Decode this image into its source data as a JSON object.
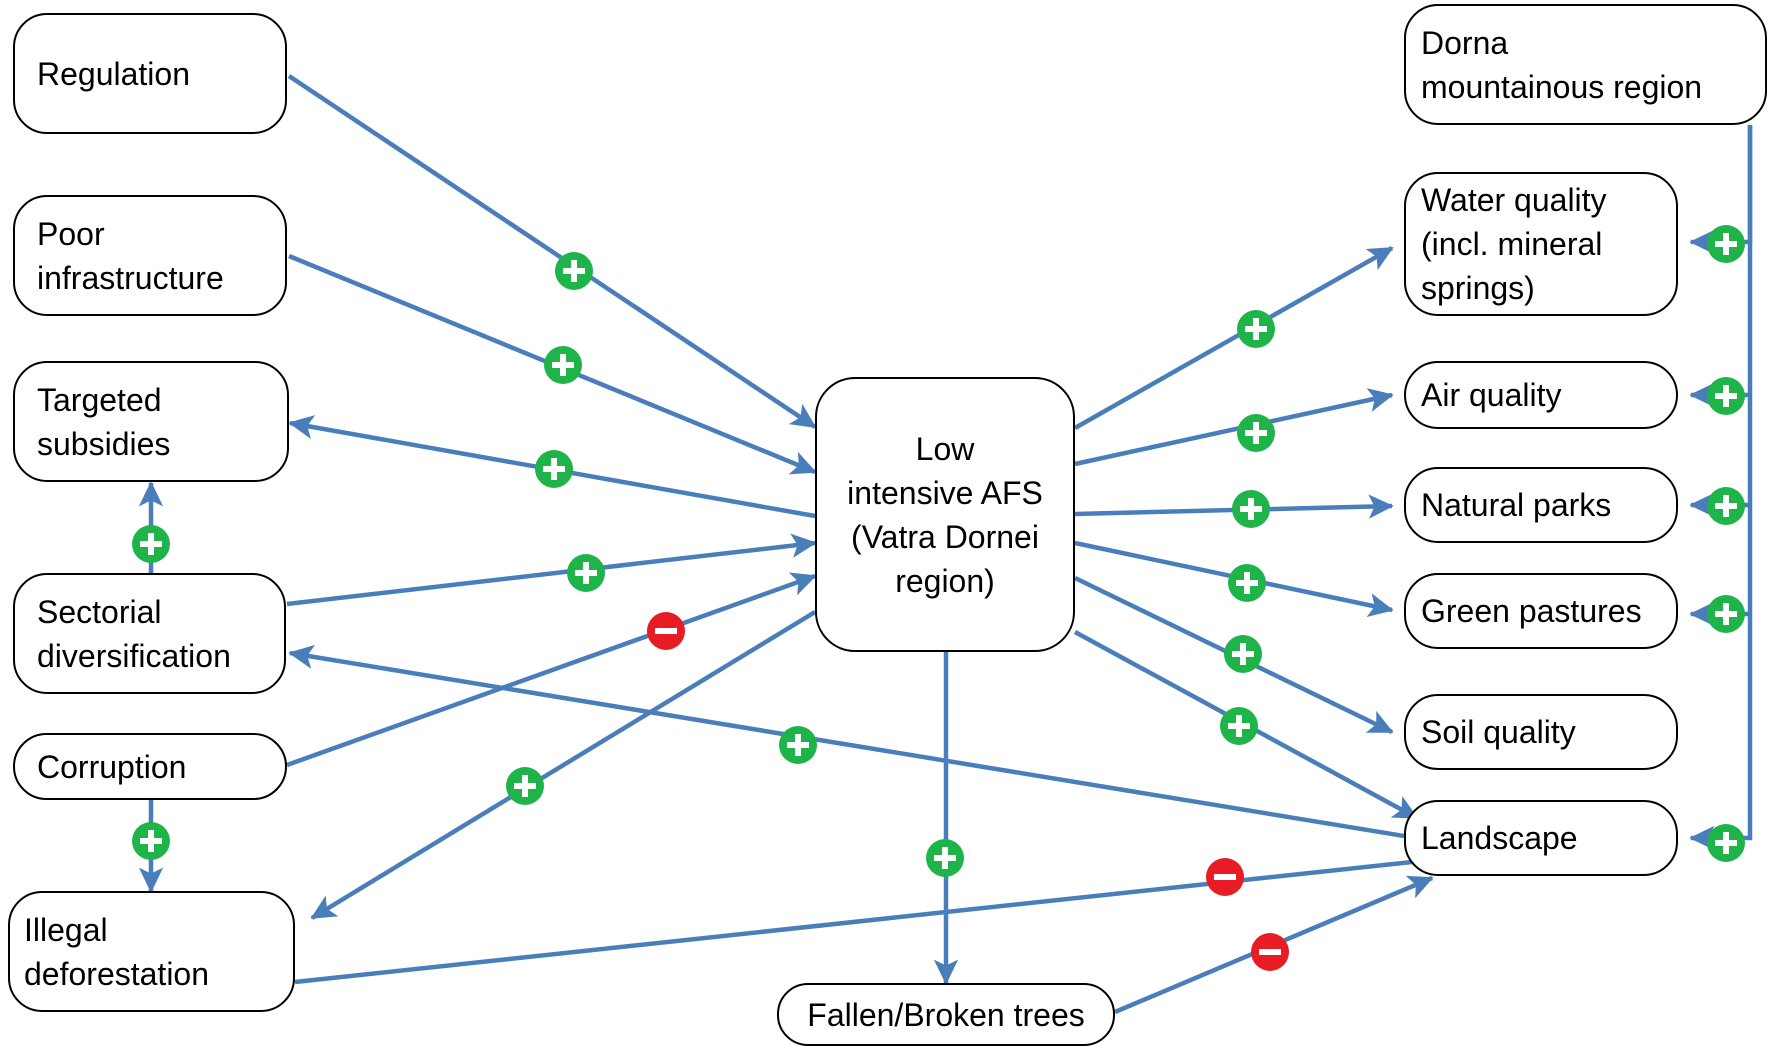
{
  "colors": {
    "edge": "#4a7ebb",
    "positive": "#1fb44a",
    "negative": "#e81c24",
    "node_border": "#000000",
    "text": "#000000"
  },
  "nodes": {
    "regulation": "Regulation",
    "poor_infrastructure": "Poor\ninfrastructure",
    "targeted_subsidies": "Targeted\nsubsidies",
    "sectorial_diversification": "Sectorial\ndiversification",
    "corruption": "Corruption",
    "illegal_deforestation": "Illegal\ndeforestation",
    "low_intensive_afs": "Low\nintensive AFS\n(Vatra Dornei\nregion)",
    "fallen_broken_trees": "Fallen/Broken trees",
    "dorna_region": "Dorna\nmountainous region",
    "water_quality": "Water quality\n(incl. mineral\nsprings)",
    "air_quality": "Air quality",
    "natural_parks": "Natural parks",
    "green_pastures": "Green pastures",
    "soil_quality": "Soil quality",
    "landscape": "Landscape"
  },
  "edges": [
    {
      "from": "regulation",
      "to": "low_intensive_afs",
      "sign": "positive"
    },
    {
      "from": "poor_infrastructure",
      "to": "low_intensive_afs",
      "sign": "positive"
    },
    {
      "from": "low_intensive_afs",
      "to": "targeted_subsidies",
      "sign": "positive"
    },
    {
      "from": "sectorial_diversification",
      "to": "targeted_subsidies",
      "sign": "positive"
    },
    {
      "from": "sectorial_diversification",
      "to": "low_intensive_afs",
      "sign": "positive"
    },
    {
      "from": "corruption",
      "to": "low_intensive_afs",
      "sign": "negative"
    },
    {
      "from": "landscape",
      "to": "sectorial_diversification",
      "sign": "positive"
    },
    {
      "from": "corruption",
      "to": "illegal_deforestation",
      "sign": "positive"
    },
    {
      "from": "low_intensive_afs",
      "to": "illegal_deforestation",
      "sign": "positive"
    },
    {
      "from": "low_intensive_afs",
      "to": "fallen_broken_trees",
      "sign": "positive"
    },
    {
      "from": "illegal_deforestation",
      "to": "landscape",
      "sign": "negative"
    },
    {
      "from": "fallen_broken_trees",
      "to": "landscape",
      "sign": "negative"
    },
    {
      "from": "low_intensive_afs",
      "to": "water_quality",
      "sign": "positive"
    },
    {
      "from": "low_intensive_afs",
      "to": "air_quality",
      "sign": "positive"
    },
    {
      "from": "low_intensive_afs",
      "to": "natural_parks",
      "sign": "positive"
    },
    {
      "from": "low_intensive_afs",
      "to": "green_pastures",
      "sign": "positive"
    },
    {
      "from": "low_intensive_afs",
      "to": "soil_quality",
      "sign": "positive"
    },
    {
      "from": "low_intensive_afs",
      "to": "landscape",
      "sign": "positive"
    },
    {
      "from": "dorna_region",
      "to": "water_quality",
      "sign": "positive"
    },
    {
      "from": "dorna_region",
      "to": "air_quality",
      "sign": "positive"
    },
    {
      "from": "dorna_region",
      "to": "natural_parks",
      "sign": "positive"
    },
    {
      "from": "dorna_region",
      "to": "green_pastures",
      "sign": "positive"
    },
    {
      "from": "dorna_region",
      "to": "landscape",
      "sign": "positive"
    }
  ]
}
